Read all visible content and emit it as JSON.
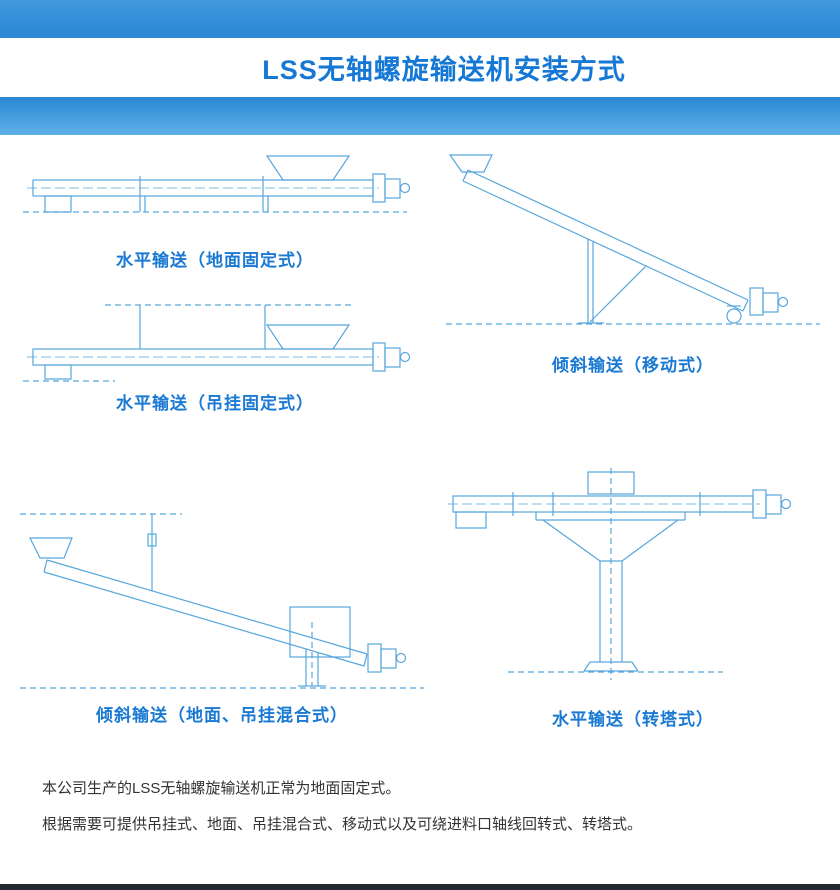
{
  "header": {
    "title": "LSS无轴螺旋输送机安装方式"
  },
  "theme": {
    "accent_blue": "#1478d4",
    "band_blue": "#2b87d3",
    "drawing_blue": "#58a6dc",
    "caption_blue": "#1a79d3",
    "text_dark": "#333333"
  },
  "diagrams": [
    {
      "name": "horizontal-ground-fixed",
      "caption": "水平输送（地面固定式）"
    },
    {
      "name": "horizontal-hanging-fixed",
      "caption": "水平输送（吊挂固定式）"
    },
    {
      "name": "inclined-mobile",
      "caption": "倾斜输送（移动式）"
    },
    {
      "name": "inclined-ground-hanging-mixed",
      "caption": "倾斜输送（地面、吊挂混合式）"
    },
    {
      "name": "horizontal-turret",
      "caption": "水平输送（转塔式）"
    }
  ],
  "notes": {
    "line1": "本公司生产的LSS无轴螺旋输送机正常为地面固定式。",
    "line2": "根据需要可提供吊挂式、地面、吊挂混合式、移动式以及可绕进料口轴线回转式、转塔式。"
  }
}
